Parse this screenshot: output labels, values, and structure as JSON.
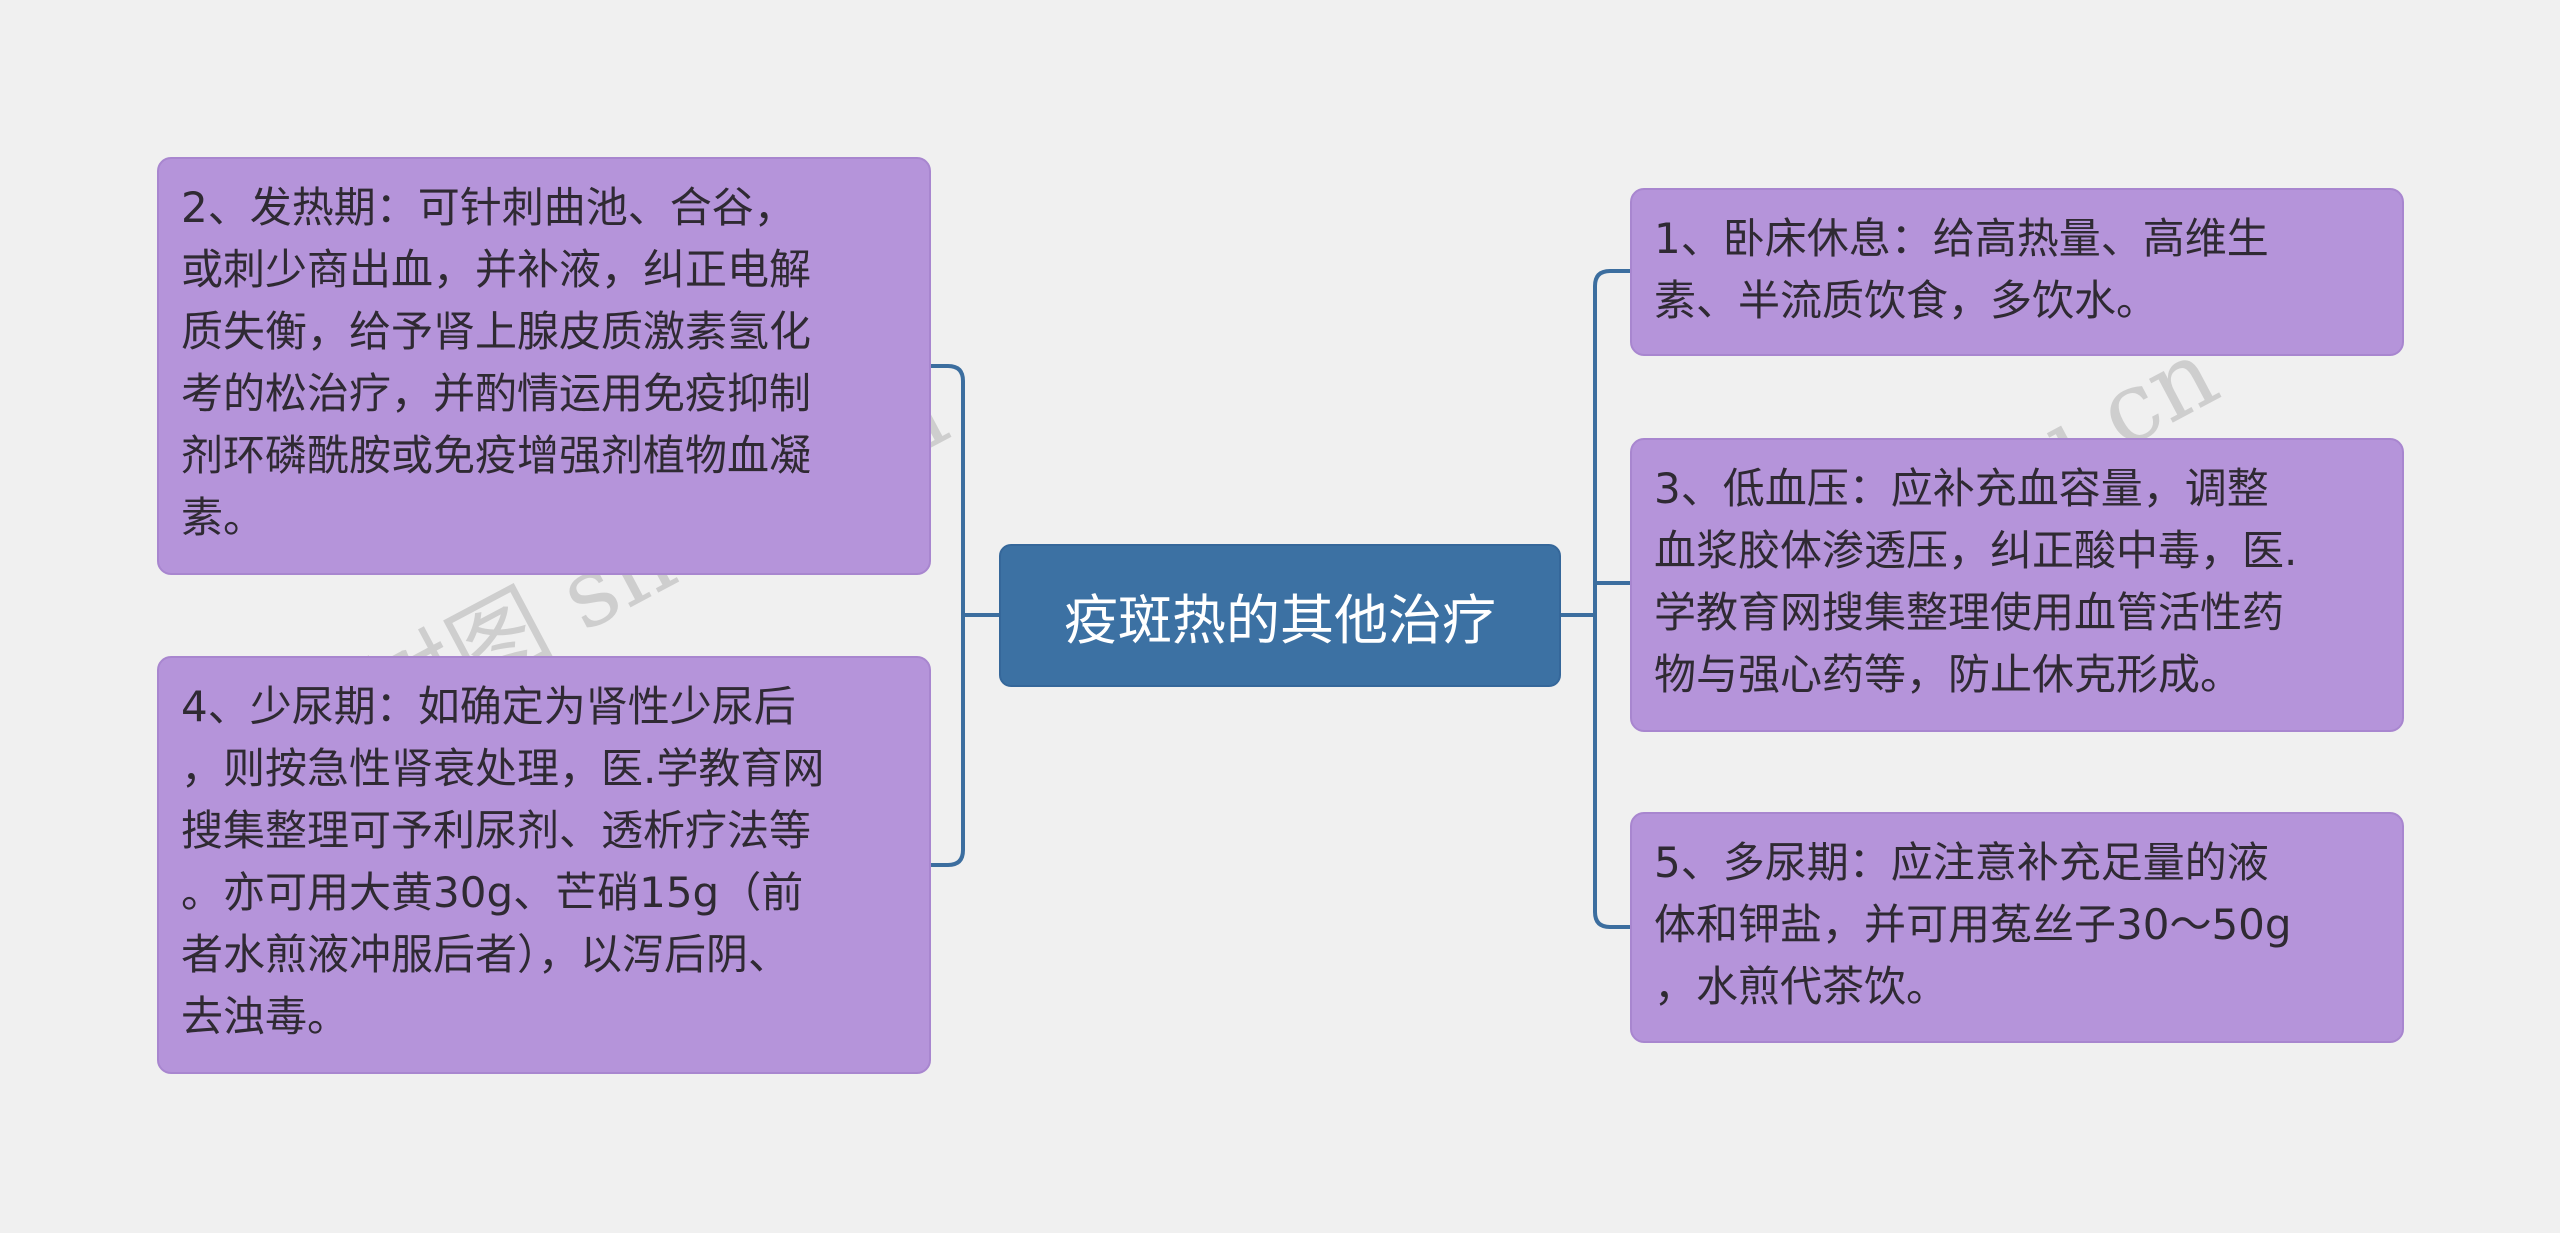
{
  "colors": {
    "background": "#f0f0f0",
    "node_fill": "#b594da",
    "center_fill": "#3c71a3",
    "connector": "#3c6e9f"
  },
  "center": {
    "title": "疫斑热的其他治疗"
  },
  "left_nodes": [
    {
      "lines": [
        "2、发热期：可针刺曲池、合谷，",
        "或刺少商出血，并补液，纠正电解",
        "质失衡，给予肾上腺皮质激素氢化",
        "考的松治疗，并酌情运用免疫抑制",
        "剂环磷酰胺或免疫增强剂植物血凝",
        "素。"
      ]
    },
    {
      "lines": [
        "4、少尿期：如确定为肾性少尿后",
        "，则按急性肾衰处理，医.学教育网",
        "搜集整理可予利尿剂、透析疗法等",
        "。亦可用大黄30g、芒硝15g（前",
        "者水煎液冲服后者），以泻后阴、",
        "去浊毒。"
      ]
    }
  ],
  "right_nodes": [
    {
      "lines": [
        "1、卧床休息：给高热量、高维生",
        "素、半流质饮食，多饮水。"
      ]
    },
    {
      "lines": [
        "3、低血压：应补充血容量，调整",
        "血浆胶体渗透压，纠正酸中毒，医.",
        "学教育网搜集整理使用血管活性药",
        "物与强心药等，防止休克形成。"
      ]
    },
    {
      "lines": [
        "5、多尿期：应注意补充足量的液",
        "体和钾盐，并可用菟丝子30～50g",
        "，水煎代茶饮。"
      ]
    }
  ],
  "watermark": "树图 shutu.cn"
}
